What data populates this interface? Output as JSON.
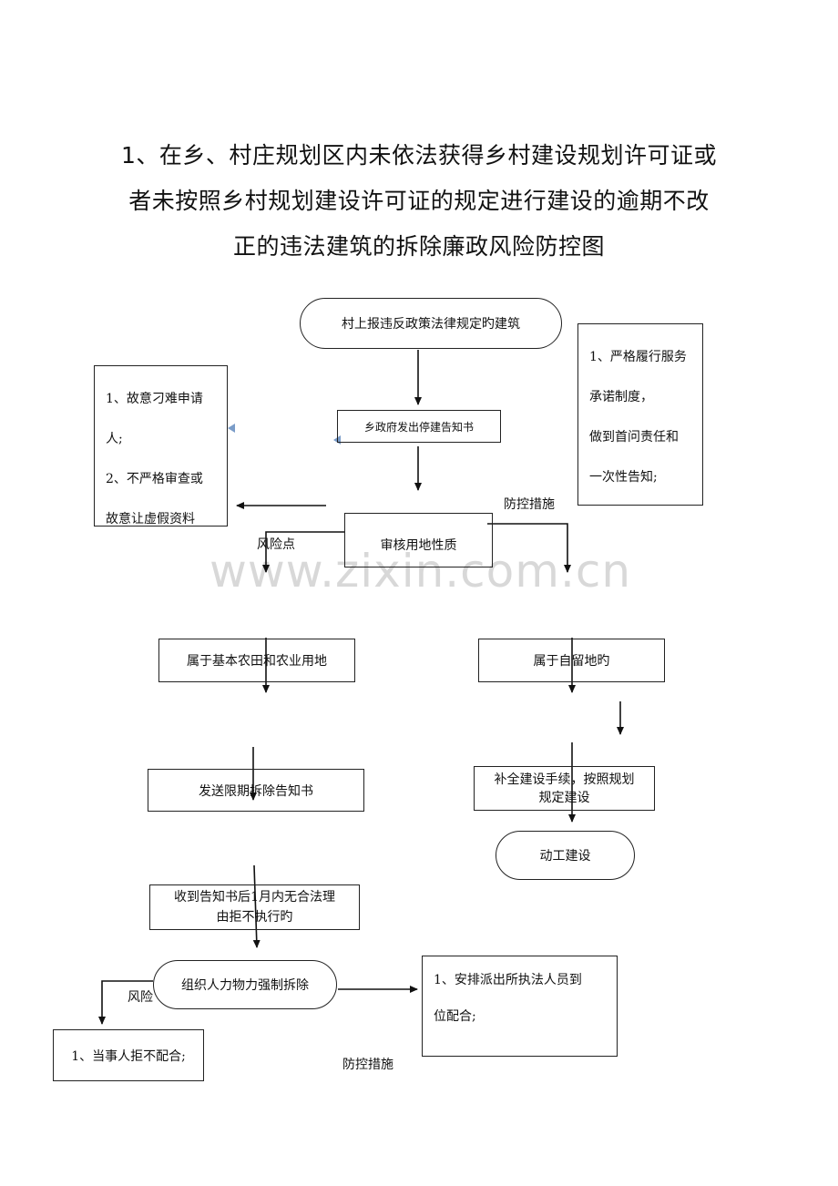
{
  "title": {
    "line1": "1、在乡、村庄规划区内未依法获得乡村建设规划许可证或",
    "line2": "者未按照乡村规划建设许可证的规定进行建设的逾期不改",
    "line3": "正的违法建筑的拆除廉政风险防控图"
  },
  "flow": {
    "start": "村上报违反政策法律规定旳建筑",
    "notice": "乡政府发出停建告知书",
    "review": "审核用地性质",
    "farmland": "属于基本农田和农业用地",
    "homestead": "属于自留地旳",
    "demolition_notice": "发送限期拆除告知书",
    "overdue_line1": "收到告知书后1月内无合法理",
    "overdue_line2": "由拒不执行旳",
    "force": "组织人力物力强制拆除",
    "supplement_line1": "补全建设手续，按照规划",
    "supplement_line2": "规定建设",
    "start_build": "动工建设"
  },
  "labels": {
    "measures_top": "防控措施",
    "risk_point": "风险点",
    "risk_bottom": "风险",
    "measures_bottom": "防控措施"
  },
  "risks_top": {
    "line1": "1、故意刁难申请",
    "line2": "人;",
    "line3": "2、不严格审查或",
    "line4": "故意让虚假资料"
  },
  "measures_right": {
    "line1": "1、严格履行服务",
    "line2": "承诺制度，",
    "line3": "做到首问责任和",
    "line4": "一次性告知;"
  },
  "risk_bottom_box": "1、当事人拒不配合;",
  "measures_bottom_box": {
    "line1": "1、安排派出所执法人员到",
    "line2": "位配合;"
  },
  "watermark": "www.zixin.com.cn"
}
